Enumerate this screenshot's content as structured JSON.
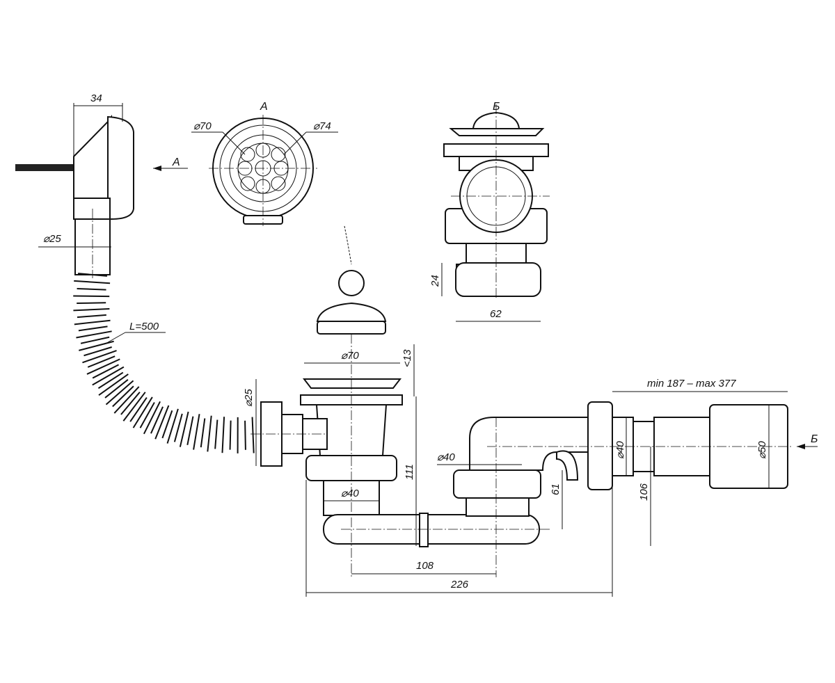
{
  "views": {
    "view_a_label": "A",
    "view_b_label": "Б",
    "arrow_a_label": "A",
    "arrow_b_label": "Б"
  },
  "dimensions": {
    "overflow_depth": "34",
    "overflow_pipe_diameter": "⌀25",
    "hose_length": "L=500",
    "grate_inner_diameter": "⌀70",
    "grate_outer_diameter": "⌀74",
    "trap_height": "24",
    "trap_width": "62",
    "drain_diameter": "⌀70",
    "drain_height": "<13",
    "inlet_diameter": "⌀25",
    "outlet_length": "min 187 – max 377",
    "drain_outlet_diameter": "⌀40",
    "standpipe_diameter": "⌀40",
    "nut_diameter": "⌀40",
    "outlet_diameter": "⌀50",
    "standpipe_height": "61",
    "outlet_height": "106",
    "total_height": "111",
    "center_distance": "108",
    "total_length": "226"
  }
}
